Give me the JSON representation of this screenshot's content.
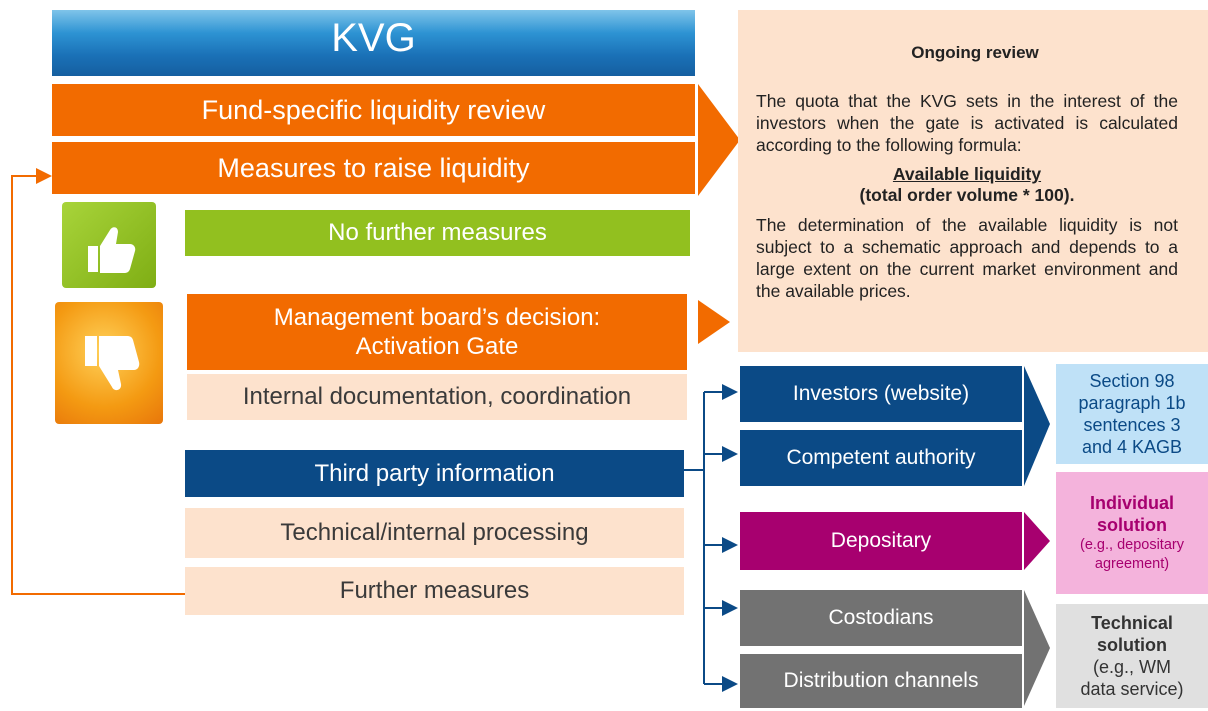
{
  "header": {
    "title": "KVG"
  },
  "steps": {
    "fund_review": "Fund-specific liquidity review",
    "raise_liquidity": "Measures to raise liquidity",
    "no_further": "No further measures",
    "decision_line1": "Management board’s decision:",
    "decision_line2": "Activation Gate",
    "internal_doc": "Internal documentation, coordination",
    "third_party": "Third party information",
    "technical": "Technical/internal processing",
    "further": "Further measures"
  },
  "review": {
    "title": "Ongoing review",
    "para1": "The quota that the KVG sets in the interest of the investors when the gate is activated is calculated according to the following formula:",
    "formula_line1": "Available liquidity",
    "formula_line2": "(total order volume * 100).",
    "para2": "The determination of the available liquidity is not subject to a schematic approach and depends to a large extent on the current market environment and the available prices."
  },
  "recipients": {
    "investors": "Investors (website)",
    "authority": "Competent authority",
    "depositary": "Depositary",
    "custodians": "Costodians",
    "distribution": "Distribution channels"
  },
  "outcomes": {
    "section98": [
      "Section 98",
      "paragraph 1b",
      "sentences 3",
      "and 4 KAGB"
    ],
    "individual_title": [
      "Individual",
      "solution"
    ],
    "individual_note": [
      "(e.g., depositary",
      "agreement)"
    ],
    "technical_title": [
      "Technical",
      "solution"
    ],
    "technical_note": [
      "(e.g., WM",
      "data service)"
    ]
  },
  "icons": {
    "approve": "thumbs-up-icon",
    "reject": "thumbs-down-icon"
  },
  "colors": {
    "orange": "#f26b00",
    "peach": "#fde2cd",
    "green": "#92c01f",
    "navy": "#0b4a86",
    "magenta": "#a7006f",
    "grey": "#727272",
    "light_blue": "#bfe1f7",
    "pink": "#f4b3dc",
    "light_grey": "#e0e0e0"
  }
}
